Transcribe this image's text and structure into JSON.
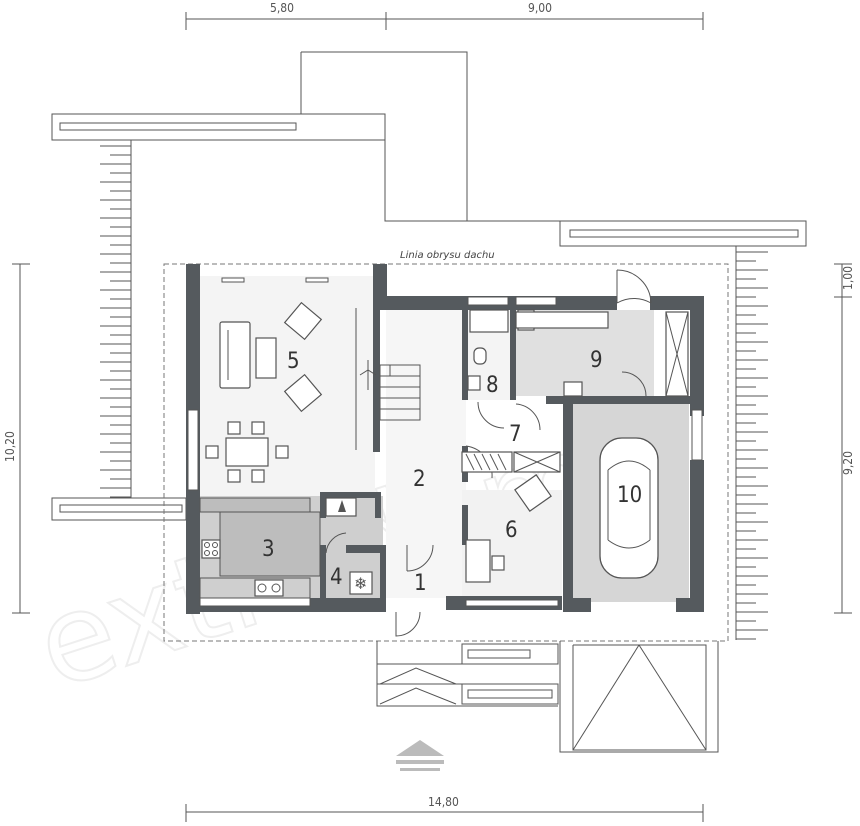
{
  "dimensions": {
    "top_left": "5,80",
    "top_right": "9,00",
    "left_side": "10,20",
    "right_top": "1,00",
    "right_main": "9,20",
    "bottom": "14,80"
  },
  "roof_outline_label": "Linia obrysu dachu",
  "rooms": [
    {
      "id": "1",
      "label": "1"
    },
    {
      "id": "2",
      "label": "2"
    },
    {
      "id": "3",
      "label": "3"
    },
    {
      "id": "4",
      "label": "4"
    },
    {
      "id": "5",
      "label": "5"
    },
    {
      "id": "6",
      "label": "6"
    },
    {
      "id": "7",
      "label": "7"
    },
    {
      "id": "8",
      "label": "8"
    },
    {
      "id": "9",
      "label": "9"
    },
    {
      "id": "10",
      "label": "10"
    }
  ],
  "watermark_text": "extradom",
  "colors": {
    "wall": "#555a5e",
    "floor_gray": "#cfcfcf",
    "floor_light": "#f0f0f0",
    "garage": "#d6d6d6"
  }
}
